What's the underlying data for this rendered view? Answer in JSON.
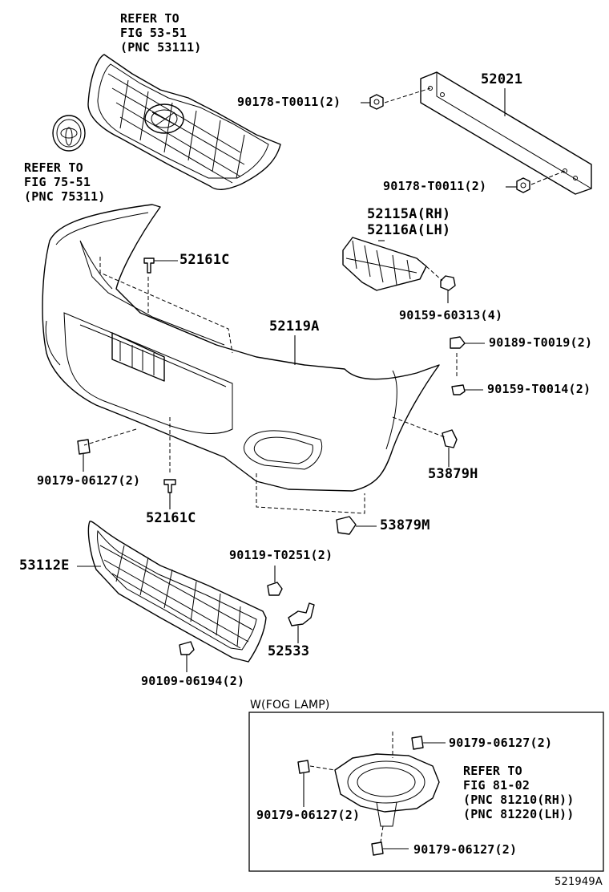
{
  "labels": {
    "grille_ref_1": "REFER TO",
    "grille_ref_2": "FIG 53-51",
    "grille_ref_3": "(PNC 53111)",
    "emblem_ref_1": "REFER TO",
    "emblem_ref_2": "FIG 75-51",
    "emblem_ref_3": "(PNC 75311)",
    "reinforcement": "52021",
    "nut_upper": "90178-T0011(2)",
    "nut_lower": "90178-T0011(2)",
    "retainer_rh": "52115A(RH)",
    "retainer_lh": "52116A(LH)",
    "screw_retainer": "90159-60313(4)",
    "clip_upper": "52161C",
    "clip_lower": "52161C",
    "bumper_cover": "52119A",
    "clip_90189": "90189-T0019(2)",
    "screw_90159": "90159-T0014(2)",
    "clip_53879h": "53879H",
    "clip_53879m": "53879M",
    "nut_90179_left": "90179-06127(2)",
    "lower_grille": "53112E",
    "bolt_90119": "90119-T0251(2)",
    "bracket_52533": "52533",
    "screw_90109": "90109-06194(2)",
    "fog_title": "W(FOG LAMP)",
    "fog_nut_top": "90179-06127(2)",
    "fog_nut_left": "90179-06127(2)",
    "fog_nut_bottom": "90179-06127(2)",
    "fog_ref_1": "REFER TO",
    "fog_ref_2": "FIG 81-02",
    "fog_ref_3": "(PNC 81210(RH))",
    "fog_ref_4": "(PNC 81220(LH))",
    "diagram_code": "521949A"
  }
}
